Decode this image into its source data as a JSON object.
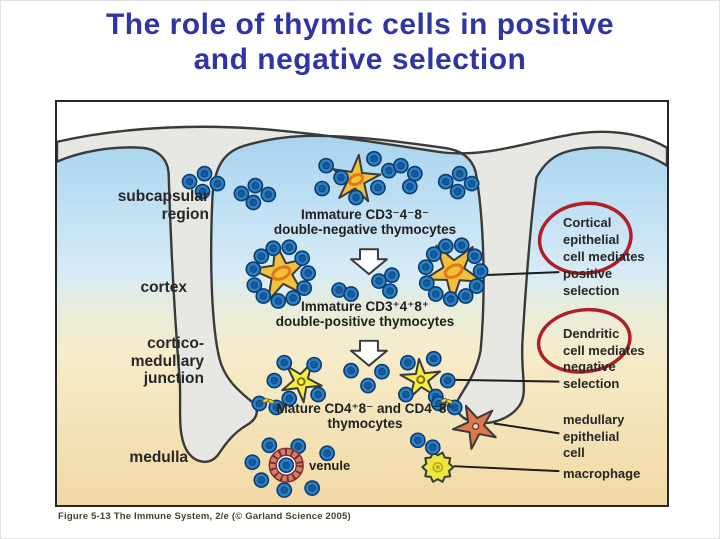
{
  "slide": {
    "title": "The role of thymic cells in positive\nand negative selection",
    "caption": "Figure 5-13  The Immune System, 2/e (© Garland Science 2005)"
  },
  "regions": {
    "subcapsular": "subcapsular\nregion",
    "cortex": "cortex",
    "junction": "cortico-\nmedullary\njunction",
    "medulla": "medulla"
  },
  "center_labels": {
    "double_negative": "Immature CD3⁻4⁻8⁻\ndouble-negative thymocytes",
    "double_positive": "Immature CD3⁺4⁺8⁺\ndouble-positive thymocytes",
    "mature": "Mature CD4⁺8⁻ and CD4⁻8⁺\nthymocytes",
    "venule": "venule"
  },
  "annotations": {
    "cortical": "Cortical\nepithelial\ncell mediates\npositive\nselection",
    "dendritic": "Dendritic\ncell mediates\nnegative\nselection",
    "medullary": "medullary\nepithelial\ncell",
    "macrophage": "macrophage"
  },
  "colors": {
    "title": "#2f35a2",
    "thymocyte_fill": "#2a80c6",
    "thymocyte_core": "#155c9e",
    "thymocyte_stroke": "#0c3b6e",
    "cortical_cell": "#f1c13c",
    "cortical_nucleus": "#e07818",
    "dendritic_cell": "#f2ee42",
    "medullary_cell": "#e0764d",
    "macrophage": "#ece73e",
    "capsule": "#e7e7e4",
    "outline": "#3a3a3a",
    "highlight_ring": "#b01f28",
    "venule_ring": "#c98272",
    "cortex_bg_top": "#9ecdea",
    "medulla_bg": "#f2d9a4"
  }
}
